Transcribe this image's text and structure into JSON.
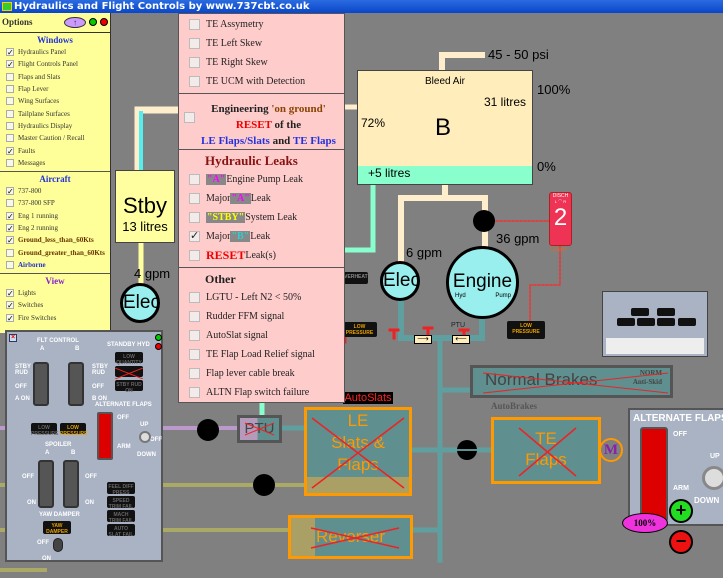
{
  "window": {
    "title": "Hydraulics and Flight Controls by www.737cbt.co.uk"
  },
  "sidebar": {
    "title": "Options",
    "windows": {
      "heading": "Windows",
      "items": [
        {
          "label": "Hydraulics Panel",
          "checked": true
        },
        {
          "label": "Flight Controls Panel",
          "checked": true
        },
        {
          "label": "Flaps and Slats",
          "checked": false
        },
        {
          "label": "Flap Lever",
          "checked": false
        },
        {
          "label": "Wing Surfaces",
          "checked": false
        },
        {
          "label": "Tailplane Surfaces",
          "checked": false
        },
        {
          "label": "Hydraulics Display",
          "checked": false
        },
        {
          "label": "Master Caution / Recall",
          "checked": false
        },
        {
          "label": "Faults",
          "checked": true
        },
        {
          "label": "Messages",
          "checked": false
        }
      ]
    },
    "aircraft": {
      "heading": "Aircraft",
      "items": [
        {
          "label": "737-800",
          "checked": true
        },
        {
          "label": "737-800 SFP",
          "checked": false
        },
        {
          "label": "Eng 1 running",
          "checked": true
        },
        {
          "label": "Eng 2 running",
          "checked": true
        },
        {
          "label": "Ground_less_than_60Kts",
          "checked": true
        },
        {
          "label": "Ground_greater_than_60Kts",
          "checked": false
        },
        {
          "label": "Airborne",
          "checked": false
        }
      ]
    },
    "view": {
      "heading": "View",
      "items": [
        {
          "label": "Lights",
          "checked": true
        },
        {
          "label": "Switches",
          "checked": true
        },
        {
          "label": "Fire Switches",
          "checked": true
        }
      ]
    }
  },
  "faults_menu": {
    "te_items": [
      "TE Assymetry",
      "TE Left Skew",
      "TE Right Skew",
      "TE UCM with Detection"
    ],
    "engineering": {
      "line1": "Engineering ",
      "line1b": "'on ground'",
      "reset": "RESET",
      "of_the": " of the",
      "le": "LE Flaps/Slats",
      "and": " and ",
      "te": "TE Flaps"
    },
    "leaks": {
      "heading": "Hydraulic Leaks",
      "a": "\"A\"",
      "b": "\"B\"",
      "stby": "\"STBY\"",
      "engine_pump_leak": " Engine Pump Leak",
      "major": "Major ",
      "leak": " Leak",
      "system_leak": " System Leak",
      "reset": "RESET",
      "reset_rest": " Leak(s)",
      "major_b_checked": true
    },
    "other": {
      "heading": "Other",
      "items": [
        "LGTU - Left N2 < 50%",
        "Rudder FFM signal",
        "AutoSlat signal",
        "TE Flap Load Relief signal",
        "Flap lever cable break",
        "ALTN Flap switch failure"
      ]
    }
  },
  "hydraulics": {
    "stby_tank": {
      "name": "Stby",
      "qty": "13 litres"
    },
    "b_tank": {
      "name": "B",
      "bleed": "Bleed Air",
      "qty": "31 litres",
      "pct": "72%",
      "top": "100%",
      "bottom": "0%",
      "extra": "+5 litres",
      "pressure": "45 - 50 psi",
      "level_percent": 72
    },
    "stby_elec": "Elec",
    "stby_flow": "4 gpm",
    "elec_pump": "Elec",
    "elec_flow": "6 gpm",
    "engine_pump": {
      "name": "Engine",
      "sub1": "Hyd",
      "sub2": "Pump",
      "flow": "36 gpm"
    },
    "fire_switch": {
      "top": "DISCH",
      "l": "L",
      "r": "R",
      "num": "2",
      "state": "Down"
    },
    "ptu": "PTU",
    "arrow_right": "⟶",
    "arrow_left": "⟵",
    "overheat": "OVERHEAT",
    "low_pressure": "LOW PRESSURE",
    "normal_brakes": "Normal Brakes",
    "norm": "NORM",
    "anti_skid": "Anti-Skid",
    "autobrakes": "AutoBrakes",
    "autoslats": "AutoSlats",
    "le_box": [
      "LE",
      "Slats &",
      "Flaps"
    ],
    "te_box": [
      "TE",
      "Flaps"
    ],
    "motor": "M",
    "reverser": "Reverser",
    "ptu_box": "PTU"
  },
  "flt_panel": {
    "title": "FLT CONTROL",
    "a": "A",
    "b": "B",
    "stby_rud": "STBY RUD",
    "off": "OFF",
    "a_on": "A ON",
    "b_on": "B ON",
    "standby_hyd": "STANDBY HYD",
    "low_qty": "LOW QUANTITY",
    "stby_rud_on": "STBY RUD ON",
    "low_pressure": "LOW PRESSURE",
    "alt_flaps": "ALTERNATE FLAPS",
    "arm": "ARM",
    "up": "UP",
    "down": "DOWN",
    "spoiler": "SPOILER",
    "on": "ON",
    "yaw_damper": "YAW DAMPER",
    "yaw_damper_light": "YAW DAMPER",
    "feel": "FEEL DIFF PRESS",
    "speed_trim": "SPEED TRIM FAIL",
    "mach_trim": "MACH TRIM FAIL",
    "auto_slat": "AUTO SLAT FAIL"
  },
  "alt_flaps_panel": {
    "title": "ALTERNATE FLAPS",
    "off": "OFF",
    "arm": "ARM",
    "up": "UP",
    "down": "DOWN",
    "zoom": "100%"
  },
  "colors": {
    "background": "#808080",
    "sidebar": "#ffff99",
    "menu": "#ffcccc",
    "fluid_b": "#88ffcc",
    "tank": "#ffffa0",
    "pump": "#99eeee",
    "system_box": "#ff9900",
    "fire": "#ee3355"
  }
}
